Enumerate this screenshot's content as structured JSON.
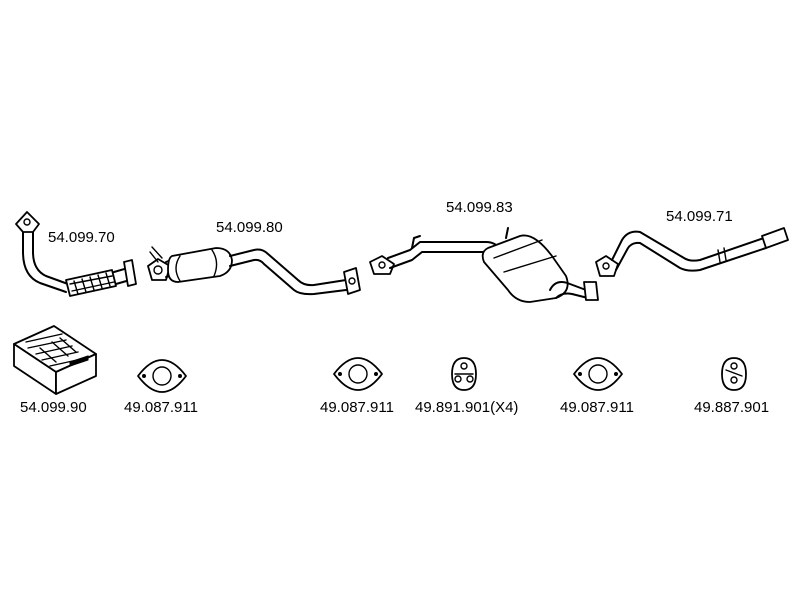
{
  "parts": {
    "front_pipe": "54.099.70",
    "center_silencer": "54.099.80",
    "middle_silencer": "54.099.83",
    "tail_pipe": "54.099.71",
    "mounting_kit": "54.099.90",
    "gasket_1": "49.087.911",
    "gasket_2": "49.087.911",
    "rubber_mount_x4": "49.891.901(X4)",
    "gasket_3": "49.087.911",
    "rubber_mount": "49.887.901"
  }
}
